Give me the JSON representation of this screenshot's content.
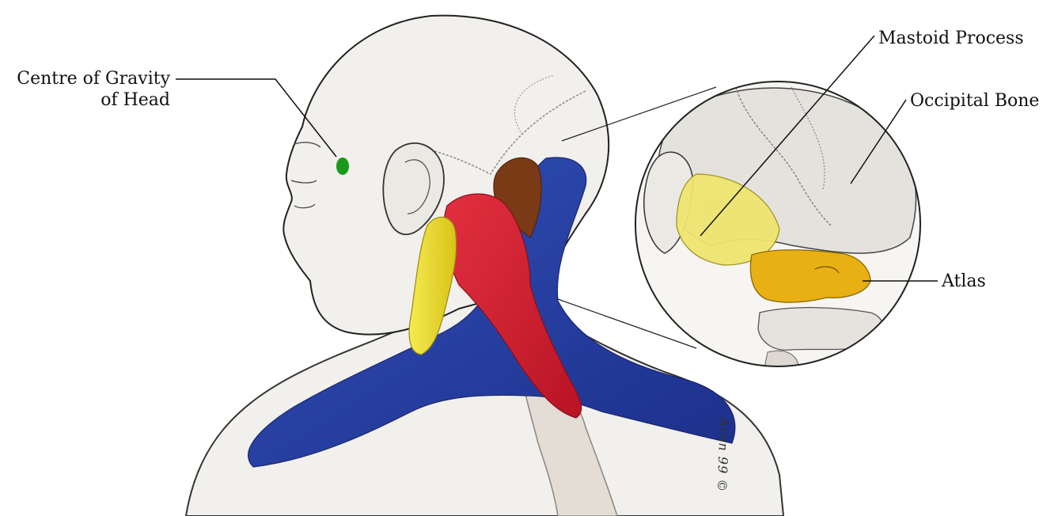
{
  "labels": {
    "centre_of_gravity_line1": "Centre of Gravity",
    "centre_of_gravity_line2": "of Head",
    "mastoid_process": "Mastoid Process",
    "occipital_bone": "Occipital Bone",
    "atlas": "Atlas"
  },
  "signature": "Aron 99 ©",
  "colors": {
    "cog_marker": "#1a9a1a",
    "muscle_blue": "#2a3fa0",
    "muscle_red": "#d0202e",
    "muscle_brown": "#7a3a16",
    "muscle_yellow": "#f0e030",
    "atlas_orange": "#e8b012",
    "skin": "#f1f0ec",
    "outline": "#222222"
  }
}
